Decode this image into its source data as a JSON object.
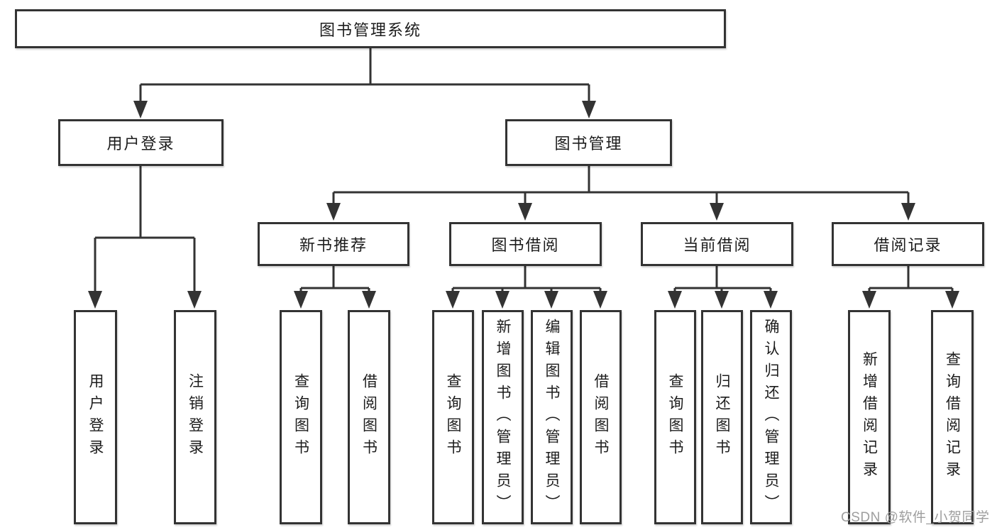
{
  "diagram": {
    "root": {
      "label": "图书管理系统"
    },
    "branches": [
      {
        "label": "用户登录",
        "children": [
          {
            "label": "用户登录"
          },
          {
            "label": "注销登录"
          }
        ]
      },
      {
        "label": "图书管理",
        "sections": [
          {
            "label": "新书推荐",
            "children": [
              {
                "label": "查询图书"
              },
              {
                "label": "借阅图书"
              }
            ]
          },
          {
            "label": "图书借阅",
            "children": [
              {
                "label": "查询图书"
              },
              {
                "label": "新增图书（管理员）"
              },
              {
                "label": "编辑图书（管理员）"
              },
              {
                "label": "借阅图书"
              }
            ]
          },
          {
            "label": "当前借阅",
            "children": [
              {
                "label": "查询图书"
              },
              {
                "label": "归还图书"
              },
              {
                "label": "确认归还（管理员）"
              }
            ]
          },
          {
            "label": "借阅记录",
            "children": [
              {
                "label": "新增借阅记录"
              },
              {
                "label": "查询借阅记录"
              }
            ]
          }
        ]
      }
    ]
  },
  "watermark": {
    "text": "CSDN @软件_小贺同学"
  },
  "colors": {
    "line": "#333333",
    "text": "#1c1c1c",
    "box_background": "#ffffff",
    "watermark": "#9e9e9e",
    "page_background": "#ffffff"
  }
}
